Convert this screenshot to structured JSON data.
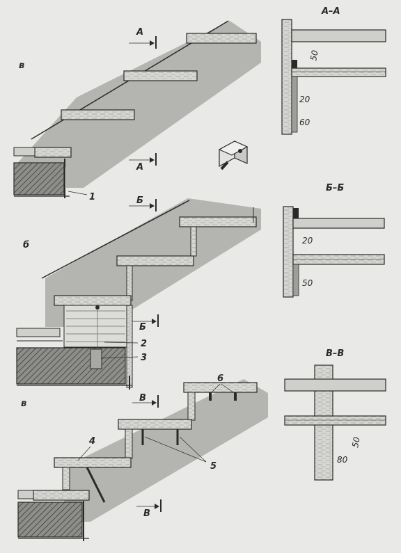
{
  "figure": {
    "panel_a": {
      "label": "в",
      "section": "А",
      "callout": "1"
    },
    "panel_b": {
      "label": "б",
      "section": "Б",
      "callouts": [
        "2",
        "3"
      ]
    },
    "panel_c": {
      "label": "в",
      "section": "В",
      "callouts": [
        "4",
        "5",
        "6"
      ]
    },
    "sections": {
      "aa": {
        "title": "А–А",
        "dims": [
          "50",
          "20",
          "60"
        ]
      },
      "bb": {
        "title": "Б–Б",
        "dims": [
          "20",
          "50"
        ]
      },
      "vv": {
        "title": "В–В",
        "dims": [
          "50",
          "80"
        ]
      }
    },
    "colors": {
      "paper": "#e9e9e7",
      "shade": "#b4b4b1",
      "board": "#d8d8d5",
      "ink": "#2a2a2a",
      "hatch": "#5a5a58"
    },
    "icons": [
      "bracket-icon"
    ]
  }
}
